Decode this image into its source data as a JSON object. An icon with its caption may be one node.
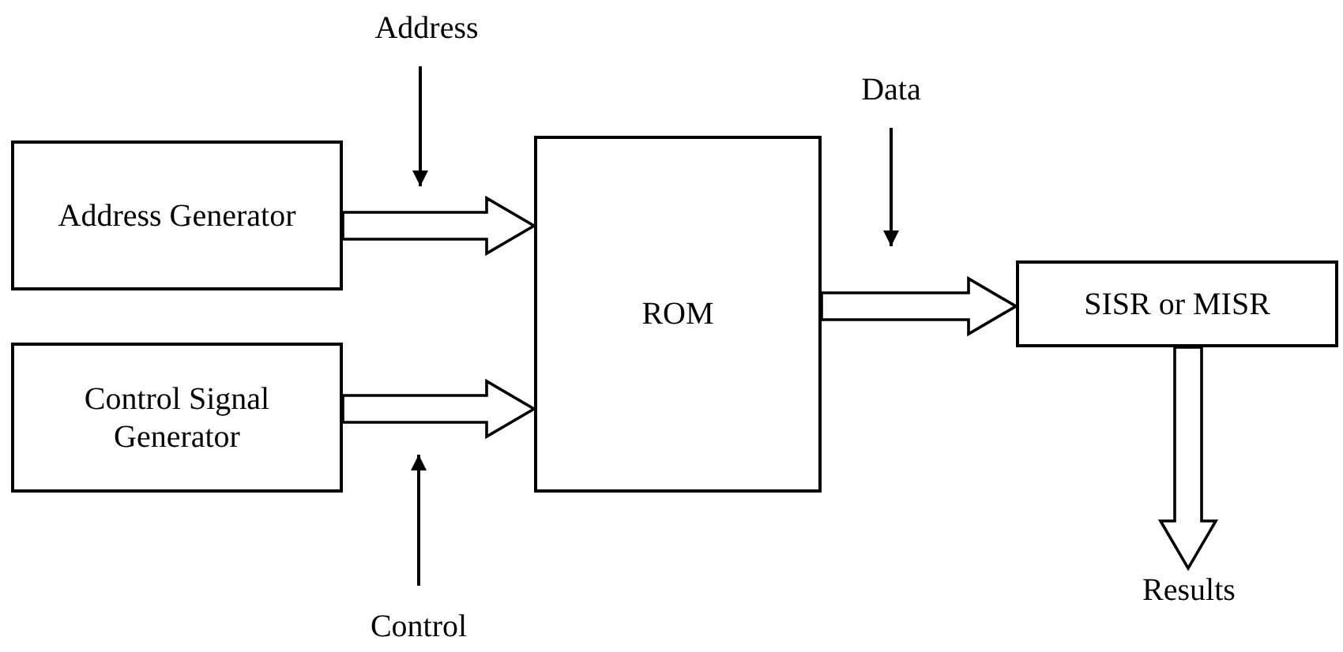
{
  "diagram": {
    "nodes": [
      {
        "text": [
          "Address"
        ]
      },
      {
        "text": [
          "Address Generator"
        ]
      },
      {
        "text": [
          "Control Signal Generator"
        ]
      },
      {
        "text": [
          "ROM"
        ]
      },
      {
        "text": [
          "Data"
        ]
      },
      {
        "text": [
          "SISR or MISR"
        ]
      },
      {
        "text": [
          "Control"
        ]
      },
      {
        "text": [
          "Results"
        ]
      }
    ],
    "edges": [
      {
        "from": 1,
        "to": 3,
        "arrow": "to",
        "style": "thick"
      },
      {
        "from": 2,
        "to": 3,
        "arrow": "to",
        "style": "thick"
      },
      {
        "from": 3,
        "to": 5,
        "arrow": "to",
        "style": "thick"
      },
      {
        "from": 5,
        "to": 7,
        "arrow": "to",
        "style": "thick"
      },
      {
        "from": 0,
        "to": null,
        "arrow": "to"
      },
      {
        "from": 6,
        "to": null,
        "arrow": "to"
      },
      {
        "from": 4,
        "to": null,
        "arrow": "to"
      }
    ]
  }
}
